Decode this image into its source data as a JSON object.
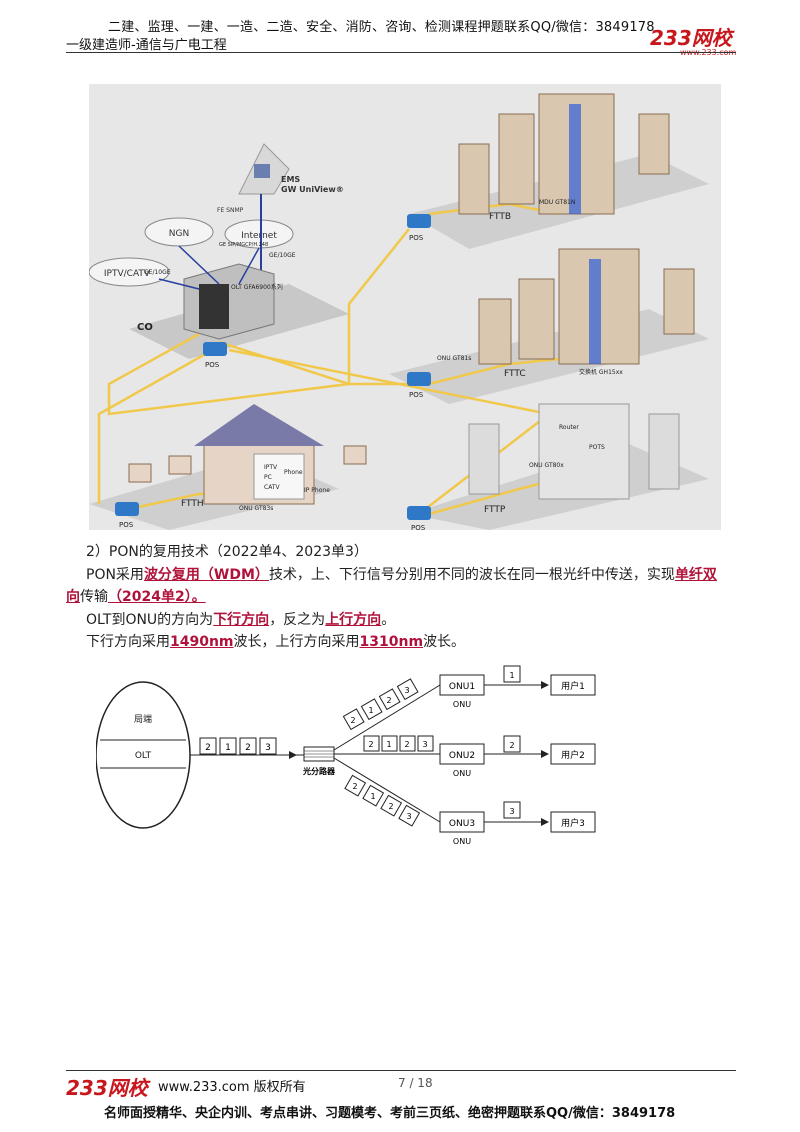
{
  "header": {
    "top_line": "二建、监理、一建、一造、二造、安全、消防、咨询、检测课程押题联系QQ/微信：3849178",
    "subtitle": "一级建造师-通信与广电工程",
    "logo": "233网校",
    "logo_url": "www.233.com"
  },
  "diagram1": {
    "ems_title": "EMS",
    "ems_sub": "GW UniView®",
    "fe_snmp": "FE\nSNMP",
    "ngn": "NGN",
    "internet": "Internet",
    "iptv": "IPTV/CATV",
    "ge_10ge_left": "GE/10GE",
    "ge_sip": "GE\nSIP/MGCP/H.248",
    "ge_10ge_right": "GE/10GE",
    "olt": "OLT\nGFA6900系列",
    "co": "CO",
    "pos": "POS",
    "fttb": "FTTB",
    "mdu": "MDU\nGT81N",
    "fttc": "FTTC",
    "onu_gt81": "ONU\nGT81s",
    "switch": "交换机\nGH15xx",
    "ftth": "FTTH",
    "ontu": "ONU\nGT83s",
    "fttp": "FTTP",
    "onu_gt80": "ONU\nGT80x",
    "iptv_small": "IPTV",
    "pc": "PC",
    "phone": "Phone",
    "catv": "CATV",
    "ipphone": "IP Phone",
    "router": "Router",
    "pots": "POTS"
  },
  "text": {
    "heading": "2）PON的复用技术（2022单4、2023单3）",
    "p1_a": "PON采用",
    "p1_em1": "波分复用（WDM）",
    "p1_b": "技术，上、下行信号分别用不同的波长在同一根光纤中传送，实现",
    "p1_em2": "单纤双",
    "p1_em3": "向",
    "p1_c": "传输",
    "p1_em4": "（2024单2）。",
    "p2_a": "OLT到ONU的方向为",
    "p2_em1": "下行方向",
    "p2_b": "，反之为",
    "p2_em2": "上行方向",
    "p2_c": "。",
    "p3_a": "下行方向采用",
    "p3_em1": "1490nm",
    "p3_b": "波长，上行方向采用",
    "p3_em2": "1310nm",
    "p3_c": "波长。"
  },
  "diagram2": {
    "station": "局端",
    "olt": "OLT",
    "splitter": "光分路器",
    "onu1": "ONU1",
    "onu2": "ONU2",
    "onu3": "ONU3",
    "onu": "ONU",
    "user1": "用户1",
    "user2": "用户2",
    "user3": "用户3",
    "pkt_1": "1",
    "pkt_2": "2",
    "pkt_3": "3"
  },
  "footer": {
    "logo": "233网校",
    "site": "www.233.com 版权所有",
    "page": "7 / 18",
    "bottom": "名师面授精华、央企内训、考点串讲、习题模考、考前三页纸、绝密押题联系QQ/微信：3849178"
  }
}
